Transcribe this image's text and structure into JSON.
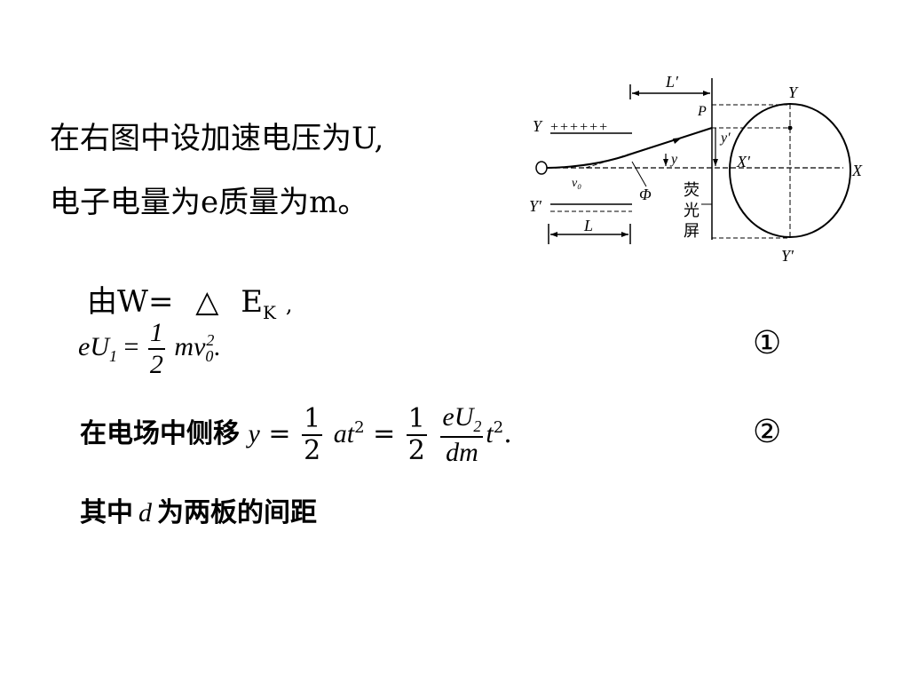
{
  "intro": {
    "line1": "在右图中设加速电压为U,",
    "line2": "电子电量为e质量为m。"
  },
  "energy": {
    "prefix": "由W=",
    "delta": "△",
    "ek_main": "E",
    "ek_sub": "K",
    "tail": ","
  },
  "eq1": {
    "lhs_e": "e",
    "lhs_U": "U",
    "lhs_sub": "1",
    "eq": "=",
    "frac_num": "1",
    "frac_den": "2",
    "rhs": "mv",
    "rhs_sub": "0",
    "rhs_sup": "2",
    "end": ".",
    "number": "①"
  },
  "eq2": {
    "prefix": "在电场中侧移",
    "y": "y",
    "eq": "=",
    "f1_num": "1",
    "f1_den": "2",
    "at": "at",
    "t_sup": "2",
    "eq2": "=",
    "f2_num": "1",
    "f2_den": "2",
    "f3_num": "eU",
    "f3_num_sub": "2",
    "f3_den": "dm",
    "t": "t",
    "t2_sup": "2",
    "end": ".",
    "number": "②"
  },
  "note": {
    "pre": "其中",
    "d": "d",
    "post": "为两板的间距"
  },
  "diagram": {
    "L_prime": "L′",
    "P": "P",
    "Y_top": "Y",
    "Y_plate": "Y",
    "plate_top_marks": "++++++",
    "y_prime": "y′",
    "y_small": "y",
    "X_prime": "X′",
    "X": "X",
    "v0": "v₀",
    "Phi": "Φ",
    "Y_prime_plate": "Y′",
    "L": "L",
    "Y_bottom": "Y′",
    "screen_label": [
      "荧",
      "光",
      "屏"
    ]
  }
}
